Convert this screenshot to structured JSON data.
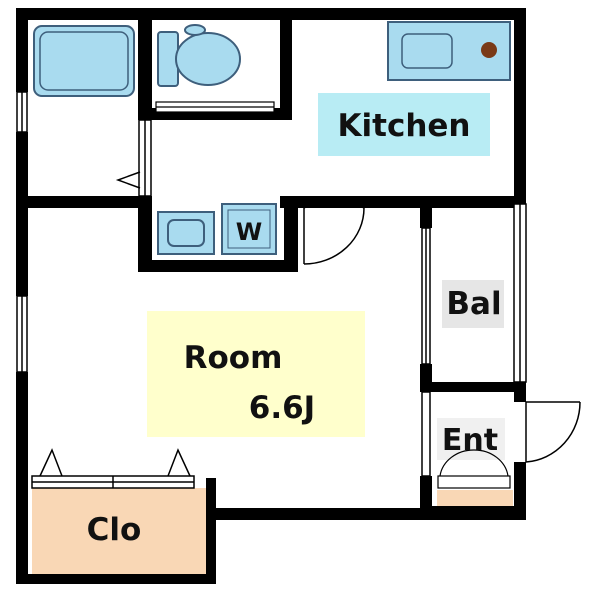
{
  "rooms": {
    "kitchen": "Kitchen",
    "washer": "W",
    "balcony": "Bal",
    "room_name": "Room",
    "room_size": "6.6J",
    "entrance": "Ent",
    "closet": "Clo"
  },
  "colors": {
    "wall": "#000000",
    "fixture_fill": "#a9dbef",
    "fixture_stroke": "#3e5f7c",
    "kitchen_label_bg": "#b8ecf4",
    "room_label_bg": "#ffffcc",
    "closet_fill": "#f9d7b5",
    "entrance_mat": "#f9d7b5",
    "balcony_label_bg": "#e6e6e6",
    "stove_dot": "#7a3a17"
  }
}
